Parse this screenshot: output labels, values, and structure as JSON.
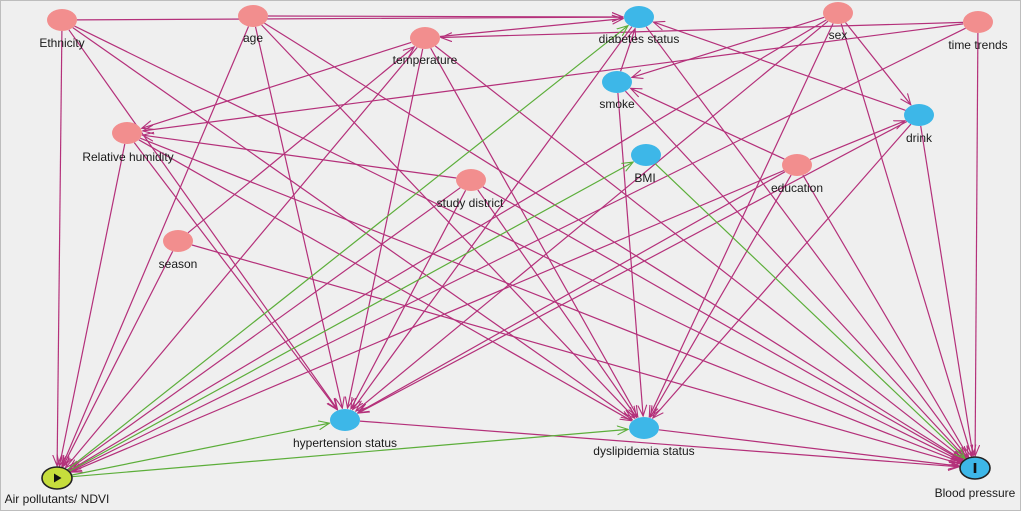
{
  "colors": {
    "background": "#efefef",
    "frame": "#bdbdbd",
    "adjusted_node": "#f28e8e",
    "ancestor_node": "#3db7e8",
    "exposure_node": "#c6dd3c",
    "outcome_node": "#3db7e8",
    "causal_edge": "#b4307a",
    "exposure_path_edge": "#5cae3a"
  },
  "nodes": {
    "ethnicity": {
      "label": "Ethnicity",
      "kind": "adjusted"
    },
    "age": {
      "label": "age",
      "kind": "adjusted"
    },
    "temperature": {
      "label": "temperature",
      "kind": "adjusted"
    },
    "diabetes": {
      "label": "diabetes status",
      "kind": "ancestor"
    },
    "sex": {
      "label": "sex",
      "kind": "adjusted"
    },
    "time_trends": {
      "label": "time trends",
      "kind": "adjusted"
    },
    "smoke": {
      "label": "smoke",
      "kind": "ancestor"
    },
    "drink": {
      "label": "drink",
      "kind": "ancestor"
    },
    "humidity": {
      "label": "Relative humidity",
      "kind": "adjusted"
    },
    "bmi": {
      "label": "BMI",
      "kind": "ancestor"
    },
    "education": {
      "label": "education",
      "kind": "adjusted"
    },
    "district": {
      "label": "study district",
      "kind": "adjusted"
    },
    "season": {
      "label": "season",
      "kind": "adjusted"
    },
    "hypertension": {
      "label": "hypertension status",
      "kind": "ancestor"
    },
    "dyslipidemia": {
      "label": "dyslipidemia status",
      "kind": "ancestor"
    },
    "exposure": {
      "label": "Air pollutants/ NDVI",
      "kind": "exposure",
      "icon": "play-icon"
    },
    "outcome": {
      "label": "Blood pressure",
      "kind": "outcome",
      "icon": "outcome-bar-icon"
    }
  },
  "edges": [
    [
      "ethnicity",
      "diabetes",
      "causal"
    ],
    [
      "ethnicity",
      "exposure",
      "causal"
    ],
    [
      "ethnicity",
      "hypertension",
      "causal"
    ],
    [
      "ethnicity",
      "dyslipidemia",
      "causal"
    ],
    [
      "ethnicity",
      "outcome",
      "causal"
    ],
    [
      "age",
      "diabetes",
      "causal"
    ],
    [
      "age",
      "exposure",
      "causal"
    ],
    [
      "age",
      "hypertension",
      "causal"
    ],
    [
      "age",
      "dyslipidemia",
      "causal"
    ],
    [
      "age",
      "outcome",
      "causal"
    ],
    [
      "temperature",
      "diabetes",
      "causal"
    ],
    [
      "temperature",
      "humidity",
      "causal"
    ],
    [
      "temperature",
      "exposure",
      "causal"
    ],
    [
      "temperature",
      "hypertension",
      "causal"
    ],
    [
      "temperature",
      "dyslipidemia",
      "causal"
    ],
    [
      "temperature",
      "outcome",
      "causal"
    ],
    [
      "sex",
      "smoke",
      "causal"
    ],
    [
      "sex",
      "drink",
      "causal"
    ],
    [
      "sex",
      "exposure",
      "causal"
    ],
    [
      "sex",
      "hypertension",
      "causal"
    ],
    [
      "sex",
      "dyslipidemia",
      "causal"
    ],
    [
      "sex",
      "outcome",
      "causal"
    ],
    [
      "time_trends",
      "temperature",
      "causal"
    ],
    [
      "time_trends",
      "humidity",
      "causal"
    ],
    [
      "time_trends",
      "exposure",
      "causal"
    ],
    [
      "time_trends",
      "outcome",
      "causal"
    ],
    [
      "smoke",
      "diabetes",
      "causal"
    ],
    [
      "smoke",
      "dyslipidemia",
      "causal"
    ],
    [
      "smoke",
      "outcome",
      "causal"
    ],
    [
      "drink",
      "diabetes",
      "causal"
    ],
    [
      "drink",
      "hypertension",
      "causal"
    ],
    [
      "drink",
      "dyslipidemia",
      "causal"
    ],
    [
      "drink",
      "outcome",
      "causal"
    ],
    [
      "humidity",
      "exposure",
      "causal"
    ],
    [
      "humidity",
      "hypertension",
      "causal"
    ],
    [
      "humidity",
      "dyslipidemia",
      "causal"
    ],
    [
      "humidity",
      "outcome",
      "causal"
    ],
    [
      "education",
      "smoke",
      "causal"
    ],
    [
      "education",
      "drink",
      "causal"
    ],
    [
      "education",
      "exposure",
      "causal"
    ],
    [
      "education",
      "hypertension",
      "causal"
    ],
    [
      "education",
      "dyslipidemia",
      "causal"
    ],
    [
      "education",
      "outcome",
      "causal"
    ],
    [
      "district",
      "humidity",
      "causal"
    ],
    [
      "district",
      "exposure",
      "causal"
    ],
    [
      "district",
      "hypertension",
      "causal"
    ],
    [
      "district",
      "dyslipidemia",
      "causal"
    ],
    [
      "district",
      "outcome",
      "causal"
    ],
    [
      "season",
      "temperature",
      "causal"
    ],
    [
      "season",
      "exposure",
      "causal"
    ],
    [
      "season",
      "outcome",
      "causal"
    ],
    [
      "diabetes",
      "hypertension",
      "causal"
    ],
    [
      "diabetes",
      "outcome",
      "causal"
    ],
    [
      "hypertension",
      "outcome",
      "causal"
    ],
    [
      "dyslipidemia",
      "outcome",
      "causal"
    ],
    [
      "exposure",
      "diabetes",
      "exposure_path"
    ],
    [
      "exposure",
      "bmi",
      "exposure_path"
    ],
    [
      "exposure",
      "hypertension",
      "exposure_path"
    ],
    [
      "exposure",
      "dyslipidemia",
      "exposure_path"
    ],
    [
      "bmi",
      "outcome",
      "exposure_path"
    ]
  ]
}
